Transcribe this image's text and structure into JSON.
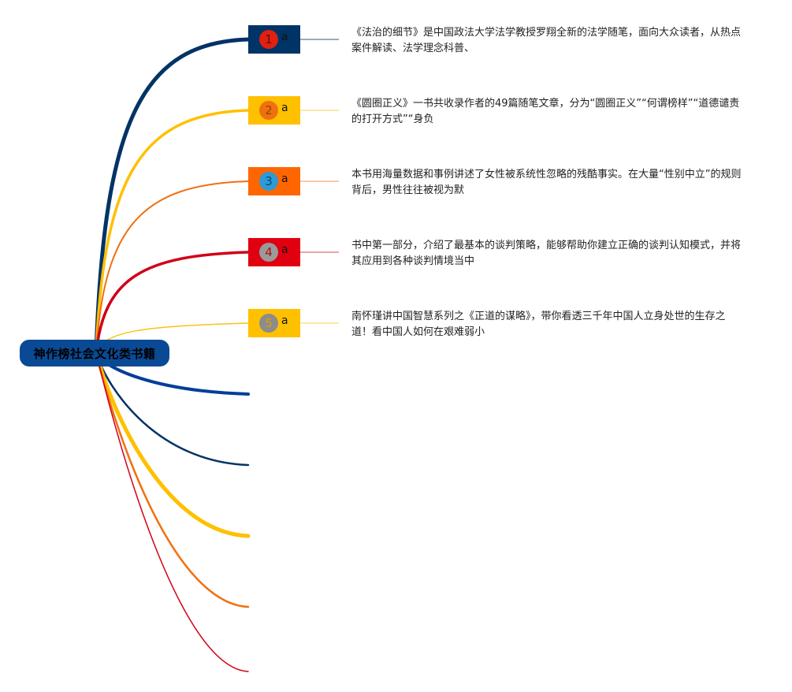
{
  "root": {
    "label": "神作榜社会文化类书籍",
    "color": "#0a4a94"
  },
  "nodes": [
    {
      "number": "1",
      "letter": "a",
      "box_color": "#003366",
      "circle_color": "#e02010",
      "number_color": "#6b0a0a",
      "branch_color": "#003366",
      "connector_color": "#7b8fa6",
      "description": "《法治的细节》是中国政法大学法学教授罗翔全新的法学随笔，面向大众读者，从热点案件解读、法学理念科普、"
    },
    {
      "number": "2",
      "letter": "a",
      "box_color": "#ffc000",
      "circle_color": "#f07010",
      "number_color": "#8a4a00",
      "branch_color": "#ffc000",
      "connector_color": "#ffe08a",
      "description": "《圆圈正义》一书共收录作者的49篇随笔文章，分为“圆圈正义”“何谓榜样”“道德谴责的打开方式”“身负"
    },
    {
      "number": "3",
      "letter": "a",
      "box_color": "#ff6600",
      "circle_color": "#2e9ad6",
      "number_color": "#0a4a74",
      "branch_color": "#f07010",
      "connector_color": "#f7b58a",
      "description": "本书用海量数据和事例讲述了女性被系统性忽略的残酷事实。在大量“性别中立”的规则背后，男性往往被视为默"
    },
    {
      "number": "4",
      "letter": "a",
      "box_color": "#e00010",
      "circle_color": "#9a9a9a",
      "number_color": "#b01010",
      "branch_color": "#d00018",
      "connector_color": "#e08a8a",
      "description": "书中第一部分，介绍了最基本的谈判策略，能够帮助你建立正确的谈判认知模式，并将其应用到各种谈判情境当中"
    },
    {
      "number": "5",
      "letter": "a",
      "box_color": "#ffc000",
      "circle_color": "#8c8c8c",
      "number_color": "#e0a000",
      "branch_color": "#f5c518",
      "connector_color": "#ffe08a",
      "description": "南怀瑾讲中国智慧系列之《正道的谋略》，带你看透三千年中国人立身处世的生存之道！看中国人如何在艰难弱小"
    }
  ],
  "empty_branches": [
    {
      "color": "#003e99"
    },
    {
      "color": "#003366"
    },
    {
      "color": "#ffc000"
    },
    {
      "color": "#f07010"
    },
    {
      "color": "#d00018"
    }
  ]
}
